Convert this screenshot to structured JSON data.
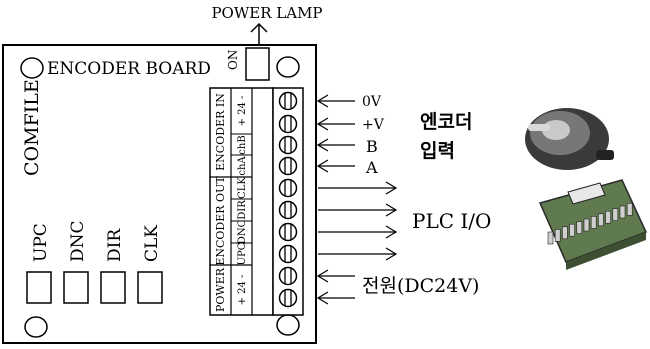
{
  "board": {
    "title": "ENCODER BOARD",
    "brand": "COMFILE",
    "on_label": "ON",
    "power_lamp_label": "POWER LAMP",
    "leds": [
      "UPC",
      "DNC",
      "DIR",
      "CLK"
    ]
  },
  "terminal_groups": [
    {
      "title": "ENCODER IN",
      "pins": [
        "+ 24 -",
        "chB",
        "chA"
      ]
    },
    {
      "title": "ENCODER OUT",
      "pins": [
        "CLK",
        "DIR",
        "DNC",
        "UPC"
      ]
    },
    {
      "title": "POWER",
      "pins": [
        "+ 24 -"
      ]
    }
  ],
  "callouts": {
    "ov": "0V",
    "pv": "+V",
    "b": "B",
    "a": "A",
    "encoder_input": "엔코더\n입력",
    "plc_io": "PLC I/O",
    "power": "전원(DC24V)"
  },
  "colors": {
    "line": "#000000",
    "background": "#ffffff",
    "photo_dark": "#2a2a2a",
    "board_green": "#6f8a5a"
  }
}
